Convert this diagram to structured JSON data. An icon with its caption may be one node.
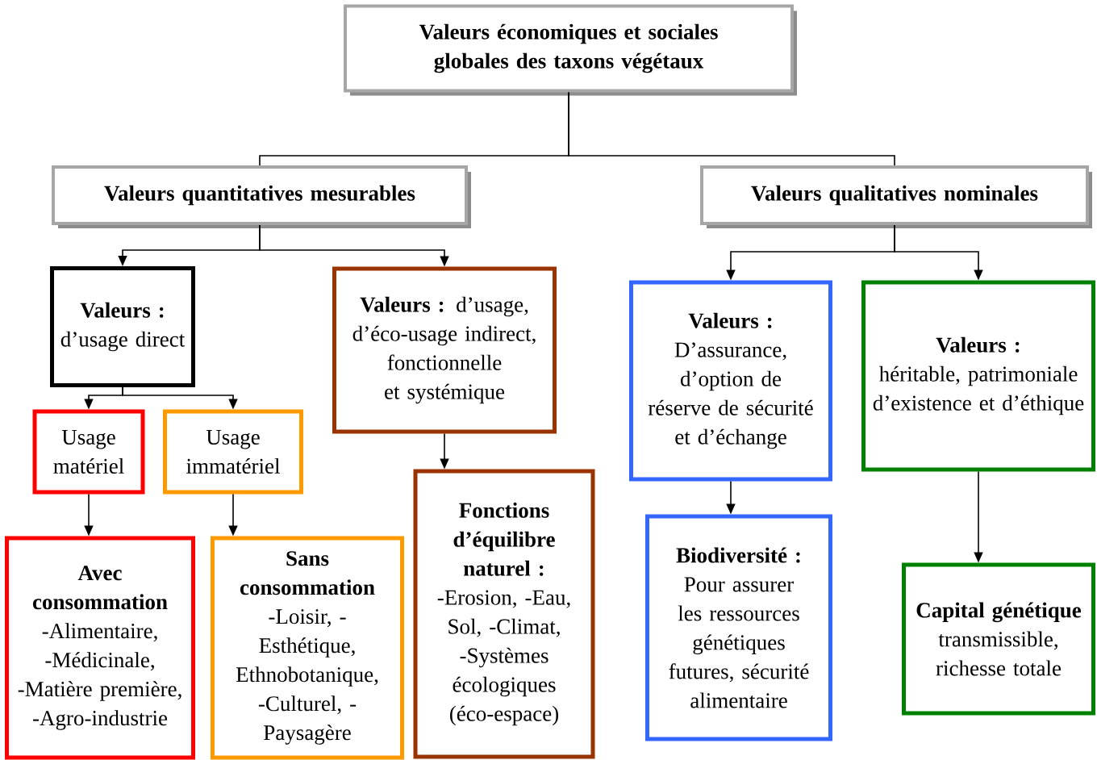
{
  "diagram": {
    "nodes": [
      {
        "text": [
          "Valeurs économiques et sociales globales des taxons végétaux"
        ]
      },
      {
        "text": [
          "Valeurs quantitatives mesurables"
        ]
      },
      {
        "text": [
          "Valeurs qualitatives nominales"
        ]
      },
      {
        "text": [
          "Valeurs :",
          "d’usage direct"
        ]
      },
      {
        "text": [
          "**Valeurs :** d’usage, d’éco-usage indirect, fonctionnelle et systémique"
        ]
      },
      {
        "text": [
          "Valeurs :",
          "D’assurance, d’option de réserve de sécurité et d’échange"
        ]
      },
      {
        "text": [
          "Valeurs :",
          "héritable, patrimoniale d’existence et d’éthique"
        ]
      },
      {
        "text": [
          "Usage matériel"
        ]
      },
      {
        "text": [
          "Usage immatériel"
        ]
      },
      {
        "text": [
          "Fonctions d’équilibre naturel :",
          "-Erosion, -Eau, Sol, -Climat, -Systèmes écologiques (éco-espace)"
        ]
      },
      {
        "text": [
          "Biodiversité :",
          "Pour assurer les ressources génétiques futures, sécurité alimentaire"
        ]
      },
      {
        "text": [
          "Avec consommation",
          "-Alimentaire, -Médicinale, -Matière première, -Agro-industrie"
        ]
      },
      {
        "text": [
          "Sans consommation",
          "-Loisir, -Esthétique, Ethnobotanique, -Culturel, -Paysagère"
        ]
      },
      {
        "text": [
          "Capital génétique",
          "transmissible, richesse totale"
        ]
      }
    ],
    "edges": [
      {
        "from": 0,
        "to": 1,
        "arrow": "none"
      },
      {
        "from": 0,
        "to": 2,
        "arrow": "none"
      },
      {
        "from": 1,
        "to": 3,
        "arrow": "to"
      },
      {
        "from": 1,
        "to": 4,
        "arrow": "to"
      },
      {
        "from": 2,
        "to": 5,
        "arrow": "to"
      },
      {
        "from": 2,
        "to": 6,
        "arrow": "to"
      },
      {
        "from": 3,
        "to": 7,
        "arrow": "to"
      },
      {
        "from": 3,
        "to": 8,
        "arrow": "to"
      },
      {
        "from": 7,
        "to": 11,
        "arrow": "to"
      },
      {
        "from": 8,
        "to": 12,
        "arrow": "to"
      },
      {
        "from": 4,
        "to": 9,
        "arrow": "to"
      },
      {
        "from": 5,
        "to": 10,
        "arrow": "to"
      },
      {
        "from": 6,
        "to": 13,
        "arrow": "to"
      }
    ]
  }
}
